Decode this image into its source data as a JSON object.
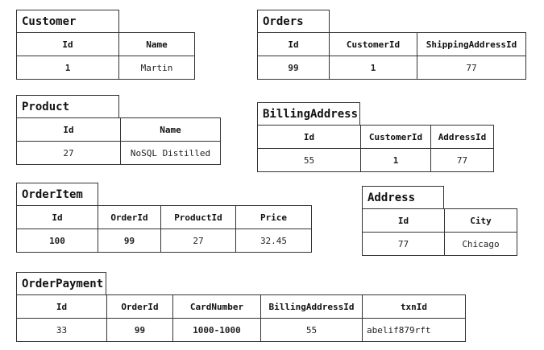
{
  "tables": {
    "customer": {
      "name": "Customer",
      "columns": [
        "Id",
        "Name"
      ],
      "row": [
        "1",
        "Martin"
      ]
    },
    "orders": {
      "name": "Orders",
      "columns": [
        "Id",
        "CustomerId",
        "ShippingAddressId"
      ],
      "row": [
        "99",
        "1",
        "77"
      ]
    },
    "product": {
      "name": "Product",
      "columns": [
        "Id",
        "Name"
      ],
      "row": [
        "27",
        "NoSQL Distilled"
      ]
    },
    "billing_address": {
      "name": "BillingAddress",
      "columns": [
        "Id",
        "CustomerId",
        "AddressId"
      ],
      "row": [
        "55",
        "1",
        "77"
      ]
    },
    "order_item": {
      "name": "OrderItem",
      "columns": [
        "Id",
        "OrderId",
        "ProductId",
        "Price"
      ],
      "row": [
        "100",
        "99",
        "27",
        "32.45"
      ]
    },
    "address": {
      "name": "Address",
      "columns": [
        "Id",
        "City"
      ],
      "row": [
        "77",
        "Chicago"
      ]
    },
    "order_payment": {
      "name": "OrderPayment",
      "columns": [
        "Id",
        "OrderId",
        "CardNumber",
        "BillingAddressId",
        "txnId"
      ],
      "row": [
        "33",
        "99",
        "1000-1000",
        "55",
        "abelif879rft"
      ]
    }
  }
}
